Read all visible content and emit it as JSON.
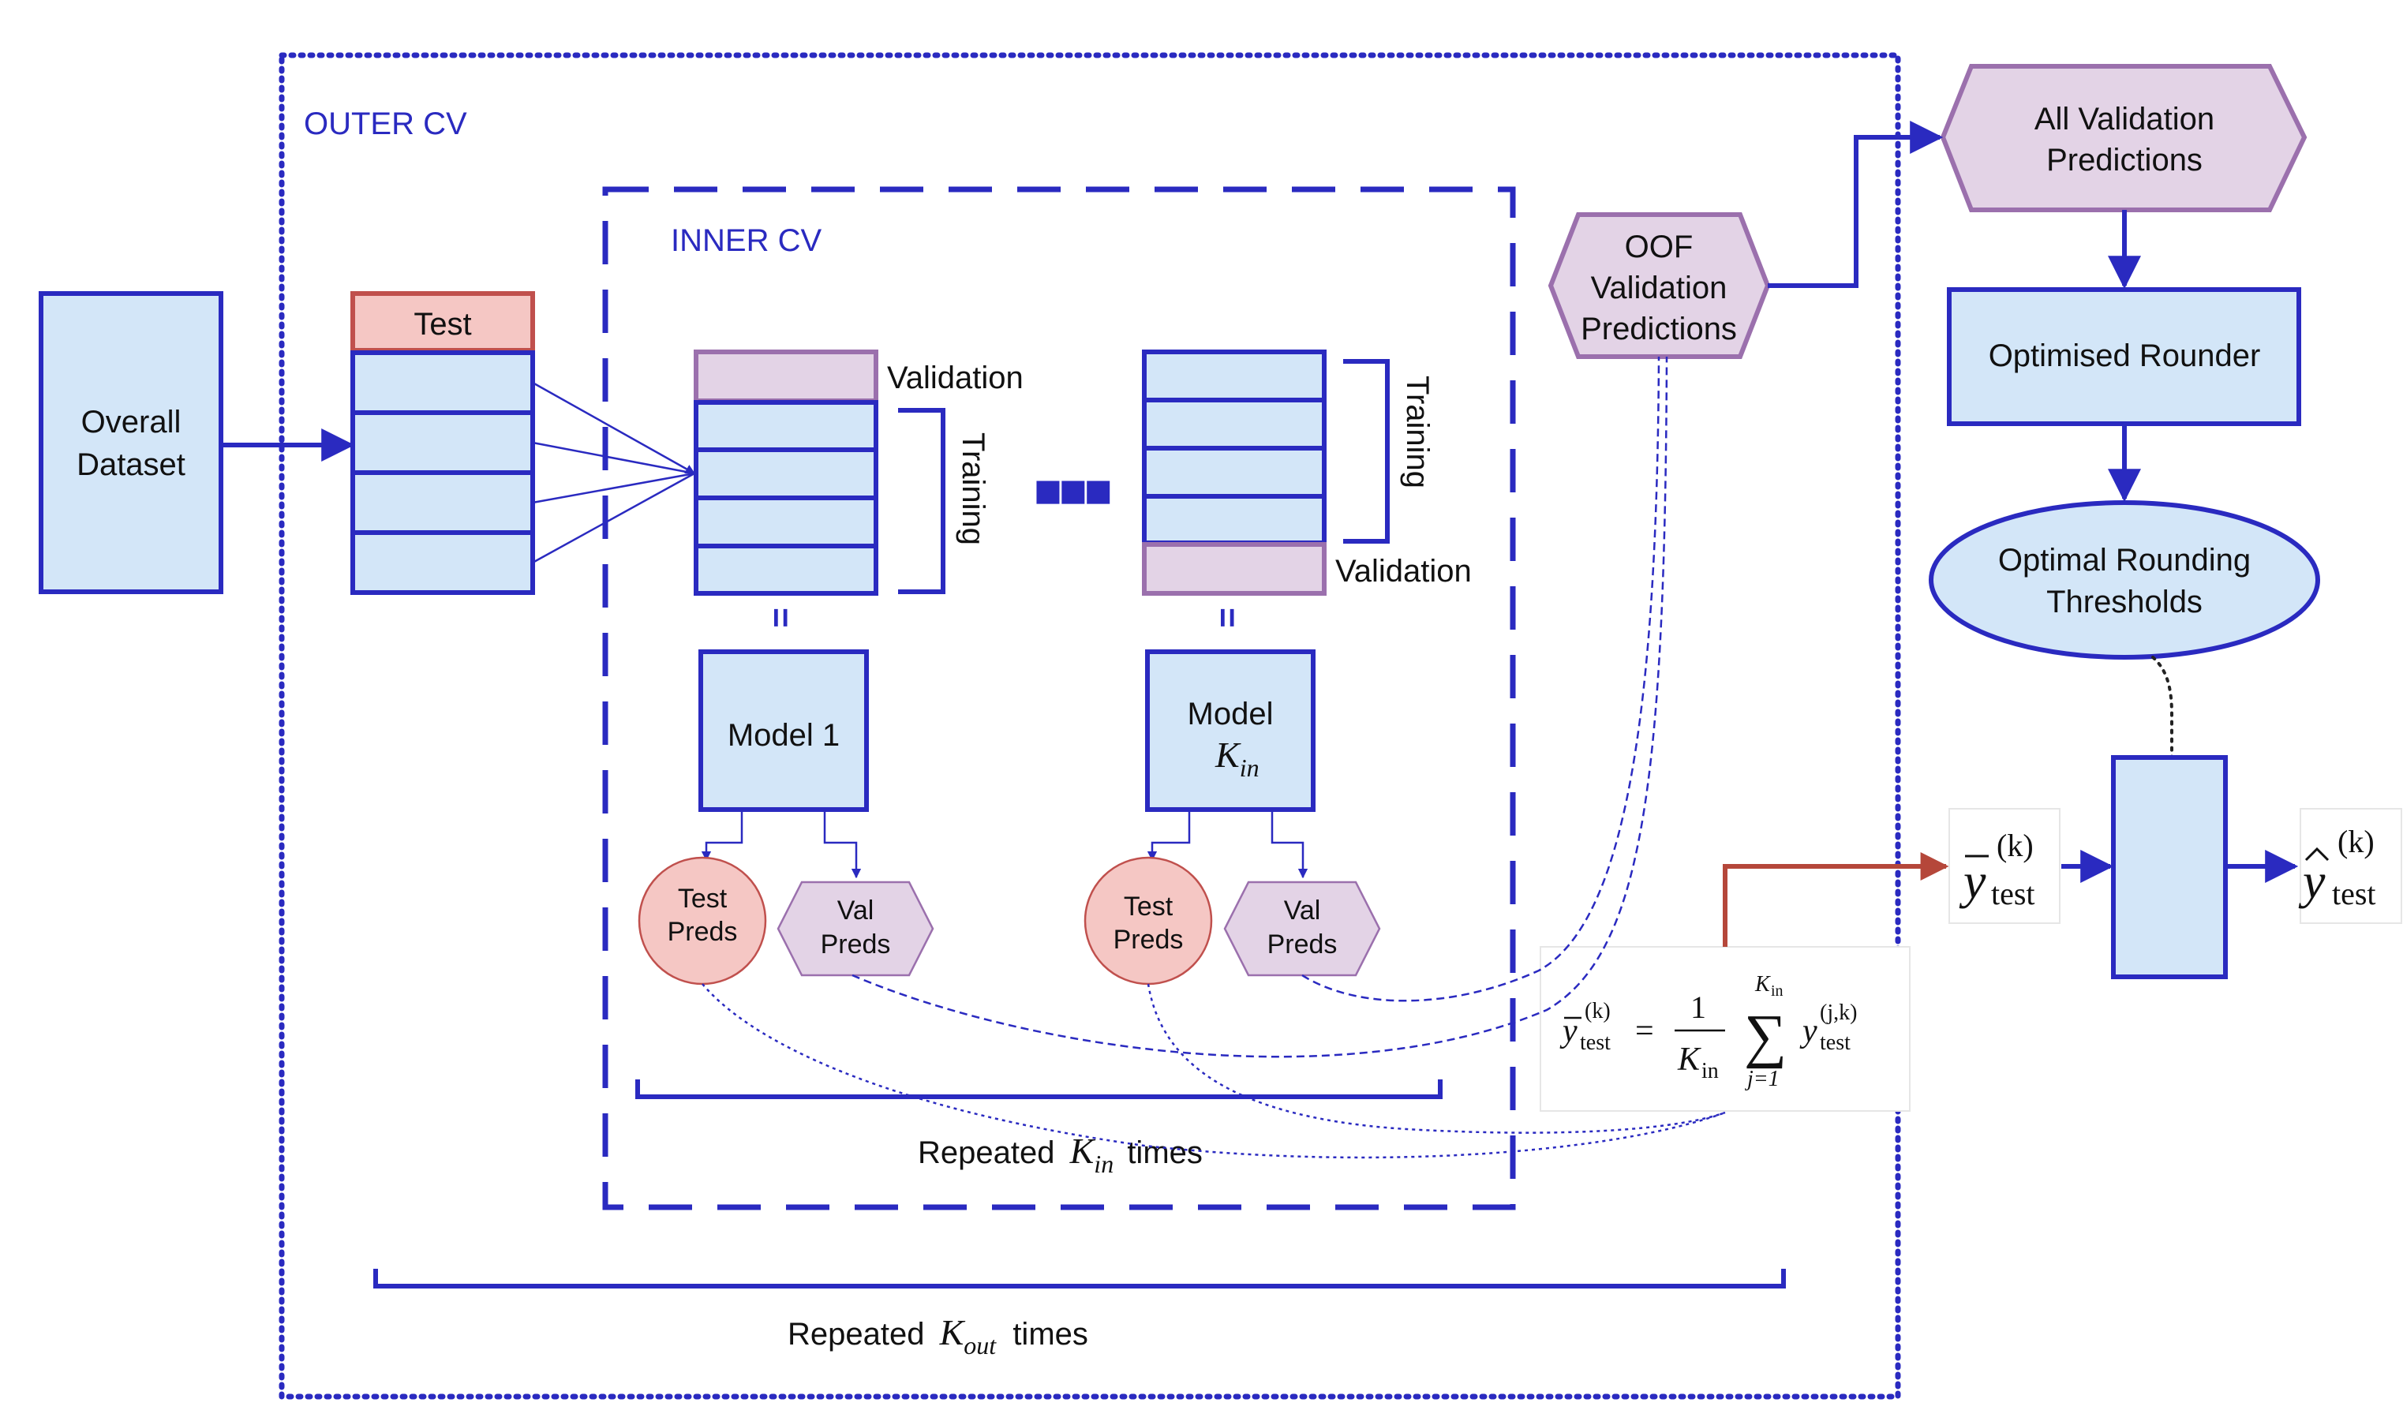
{
  "colors": {
    "blue": "#2a2ac0",
    "box_fill": "#d3e6f8",
    "test_fill": "#f5c7c4",
    "test_stroke": "#c0504d",
    "val_fill": "#e3d3e6",
    "val_stroke": "#9b70ad",
    "red_arrow": "#b5473a"
  },
  "labels": {
    "outer_cv": "OUTER CV",
    "inner_cv": "INNER CV",
    "overall_dataset_1": "Overall",
    "overall_dataset_2": "Dataset",
    "test": "Test",
    "validation": "Validation",
    "training": "Training",
    "ellipsis": "■■■",
    "equals": "=",
    "model_1": "Model 1",
    "model_k": "Model",
    "k_in": "K",
    "k_in_sub": "in",
    "test_preds_1": "Test",
    "test_preds_2": "Preds",
    "val_preds_1": "Val",
    "val_preds_2": "Preds",
    "repeated_in_prefix": "Repeated",
    "repeated_in_suffix": "times",
    "repeated_out_prefix": "Repeated",
    "k_out": "K",
    "k_out_sub": "out",
    "repeated_out_suffix": "times",
    "oof_1": "OOF",
    "oof_2": "Validation",
    "oof_3": "Predictions",
    "all_val_1": "All Validation",
    "all_val_2": "Predictions",
    "optimised_rounder": "Optimised Rounder",
    "optimal_thresholds_1": "Optimal Rounding",
    "optimal_thresholds_2": "Thresholds"
  },
  "formula": {
    "lhs_y": "y",
    "lhs_sup": "(k)",
    "lhs_sub": "test",
    "equals": "=",
    "numerator": "1",
    "denom_k": "K",
    "denom_sub": "in",
    "sum_upper_k": "K",
    "sum_upper_sub": "in",
    "sum_symbol": "∑",
    "sum_lower": "j=1",
    "rhs_y": "y",
    "rhs_sup": "(j,k)",
    "rhs_sub": "test"
  },
  "ybar_test": {
    "y": "y",
    "sup": "(k)",
    "sub": "test"
  },
  "yhat_test": {
    "y": "y",
    "sup": "(k)",
    "sub": "test"
  }
}
